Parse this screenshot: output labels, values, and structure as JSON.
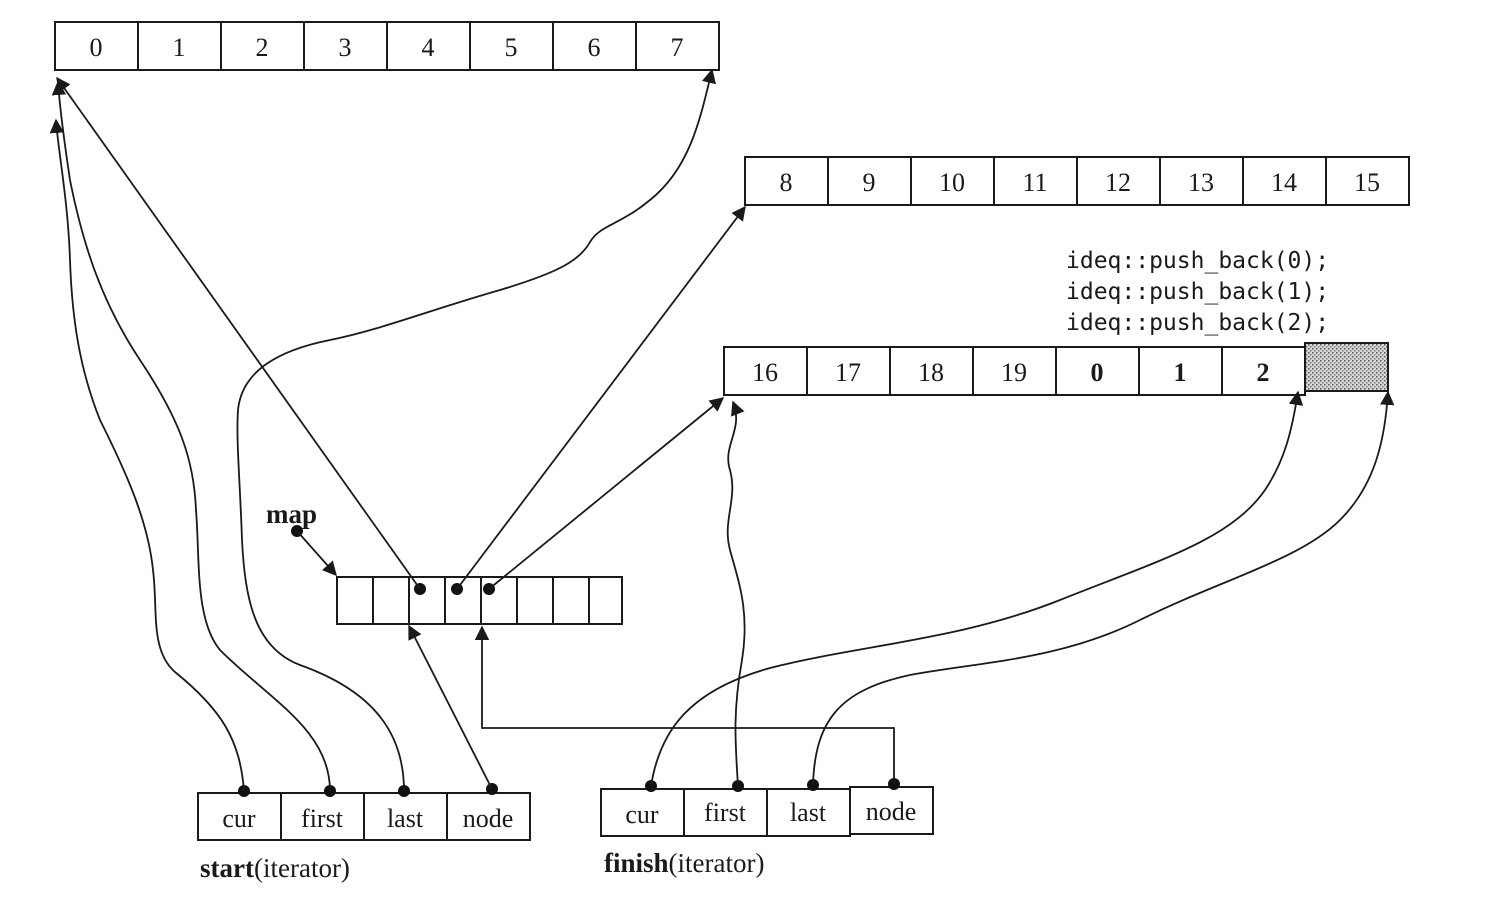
{
  "buffers": [
    {
      "id": "buffer-a",
      "cells": [
        "0",
        "1",
        "2",
        "3",
        "4",
        "5",
        "6",
        "7"
      ]
    },
    {
      "id": "buffer-b",
      "cells": [
        "8",
        "9",
        "10",
        "11",
        "12",
        "13",
        "14",
        "15"
      ]
    },
    {
      "id": "buffer-c",
      "cells": [
        "16",
        "17",
        "18",
        "19",
        "0",
        "1",
        "2",
        ""
      ]
    }
  ],
  "code_lines": [
    "ideq::push_back(0);",
    "ideq::push_back(1);",
    "ideq::push_back(2);"
  ],
  "map": {
    "label": "map",
    "slots": 8
  },
  "start": {
    "title_bold": "start",
    "title_rest": "(iterator)",
    "fields": [
      "cur",
      "first",
      "last",
      "node"
    ]
  },
  "finish": {
    "title_bold": "finish",
    "title_rest": "(iterator)",
    "fields": [
      "cur",
      "first",
      "last",
      "node"
    ]
  }
}
